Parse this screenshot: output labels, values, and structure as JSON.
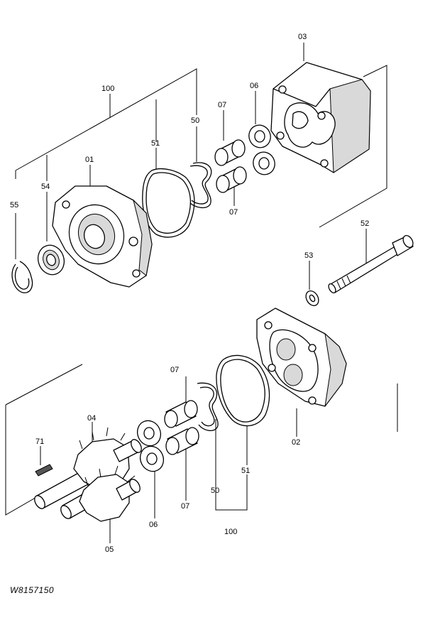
{
  "callouts": {
    "c100_top": "100",
    "c03": "03",
    "c06_top": "06",
    "c07_top_a": "07",
    "c07_top_b": "07",
    "c50_top": "50",
    "c51_top": "51",
    "c01": "01",
    "c54": "54",
    "c55": "55",
    "c52": "52",
    "c53": "53",
    "c02": "02",
    "c51_bot": "51",
    "c50_bot": "50",
    "c100_bot": "100",
    "c07_bot_a": "07",
    "c07_bot_b": "07",
    "c06_bot": "06",
    "c05": "05",
    "c04": "04",
    "c71": "71"
  },
  "drawing_code": "W8157150"
}
